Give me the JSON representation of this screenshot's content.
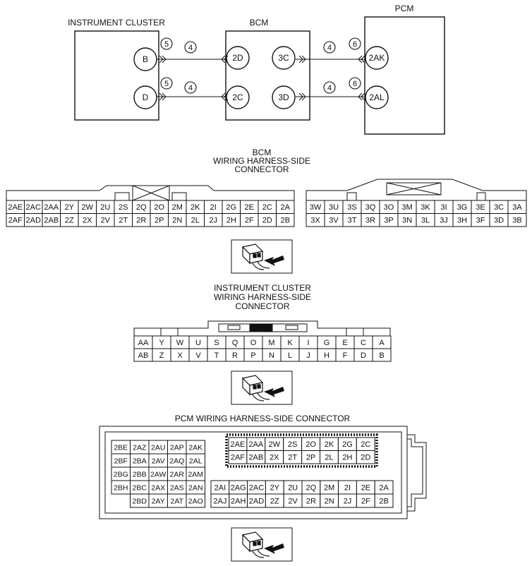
{
  "circuit": {
    "modules": {
      "instrument_cluster": "INSTRUMENT CLUSTER",
      "bcm": "BCM",
      "pcm": "PCM"
    },
    "pins": {
      "ic_upper": "B",
      "ic_lower": "D",
      "bcm_left_upper": "2D",
      "bcm_left_lower": "2C",
      "bcm_right_upper": "3C",
      "bcm_right_lower": "3D",
      "pcm_upper": "2AK",
      "pcm_lower": "2AL"
    },
    "callouts": {
      "c5_upper": "5",
      "c5_lower": "5",
      "c4_ic_upper": "4",
      "c4_ic_lower": "4",
      "c4_pcm_upper": "4",
      "c4_pcm_lower": "4",
      "c6_upper": "6",
      "c6_lower": "6"
    }
  },
  "bcm_connector": {
    "title_line1": "BCM",
    "title_line2": "WIRING HARNESS-SIDE",
    "title_line3": "CONNECTOR",
    "left_row1": [
      "2AE",
      "2AC",
      "2AA",
      "2Y",
      "2W",
      "2U",
      "2S",
      "2Q",
      "2O",
      "2M",
      "2K",
      "2I",
      "2G",
      "2E",
      "2C",
      "2A"
    ],
    "left_row2": [
      "2AF",
      "2AD",
      "2AB",
      "2Z",
      "2X",
      "2V",
      "2T",
      "2R",
      "2P",
      "2N",
      "2L",
      "2J",
      "2H",
      "2F",
      "2D",
      "2B"
    ],
    "right_row1": [
      "3W",
      "3U",
      "3S",
      "3Q",
      "3O",
      "3M",
      "3K",
      "3I",
      "3G",
      "3E",
      "3C",
      "3A"
    ],
    "right_row2": [
      "3X",
      "3V",
      "3T",
      "3R",
      "3P",
      "3N",
      "3L",
      "3J",
      "3H",
      "3F",
      "3D",
      "3B"
    ]
  },
  "ic_connector": {
    "title_line1": "INSTRUMENT CLUSTER",
    "title_line2": "WIRING HARNESS-SIDE",
    "title_line3": "CONNECTOR",
    "row1": [
      "AA",
      "Y",
      "W",
      "U",
      "S",
      "Q",
      "O",
      "M",
      "K",
      "I",
      "G",
      "E",
      "C",
      "A"
    ],
    "row2": [
      "AB",
      "Z",
      "X",
      "V",
      "T",
      "R",
      "P",
      "N",
      "L",
      "J",
      "H",
      "F",
      "D",
      "B"
    ]
  },
  "pcm_connector": {
    "title": "PCM WIRING HARNESS-SIDE CONNECTOR",
    "left_grid": [
      [
        "2BE",
        "2AZ",
        "2AU",
        "2AP",
        "2AK"
      ],
      [
        "2BF",
        "2BA",
        "2AV",
        "2AQ",
        "2AL"
      ],
      [
        "2BG",
        "2BB",
        "2AW",
        "2AR",
        "2AM"
      ],
      [
        "2BH",
        "2BC",
        "2AX",
        "2AS",
        "2AN"
      ],
      [
        "",
        "2BD",
        "2AY",
        "2AT",
        "2AO"
      ]
    ],
    "top_right_row1": [
      "2AE",
      "2AA",
      "2W",
      "2S",
      "2O",
      "2K",
      "2G",
      "2C"
    ],
    "top_right_row2": [
      "2AF",
      "2AB",
      "2X",
      "2T",
      "2P",
      "2L",
      "2H",
      "2D"
    ],
    "bottom_right_row1": [
      "2AI",
      "2AG",
      "2AC",
      "2Y",
      "2U",
      "2Q",
      "2M",
      "2I",
      "2E",
      "2A"
    ],
    "bottom_right_row2": [
      "2AJ",
      "2AH",
      "2AD",
      "2Z",
      "2V",
      "2R",
      "2N",
      "2J",
      "2F",
      "2B"
    ]
  },
  "icons": {
    "probe": "connector-probe-icon"
  }
}
